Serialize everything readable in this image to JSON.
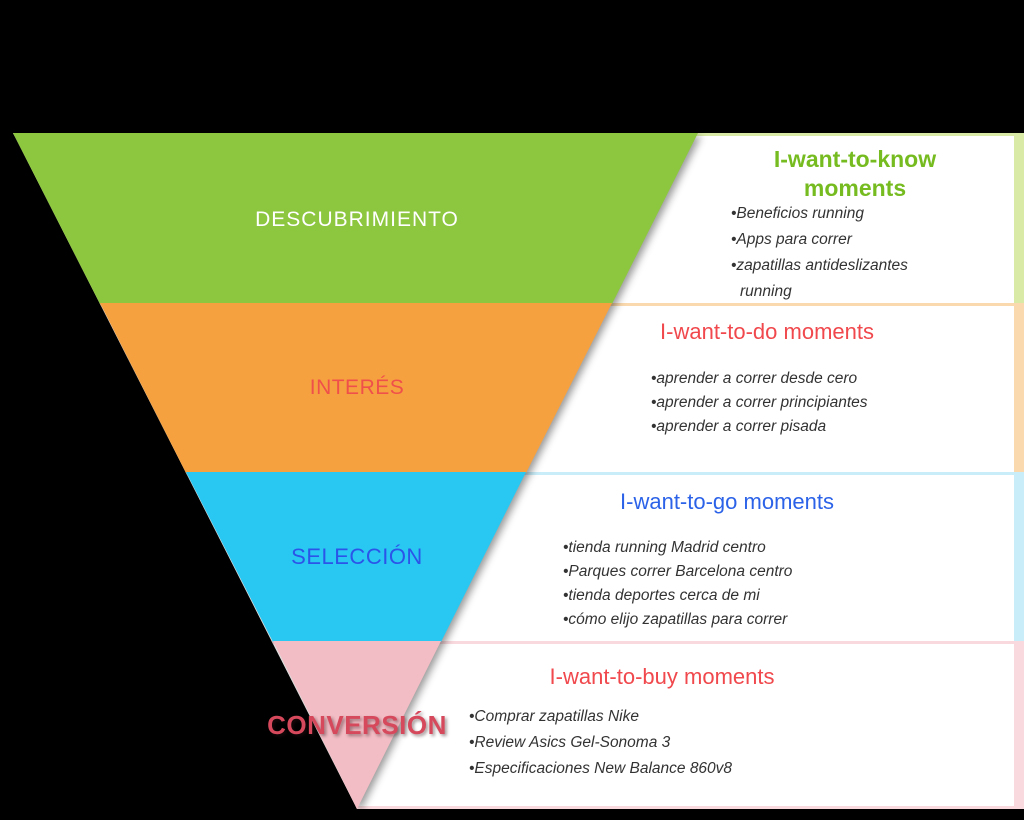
{
  "background_color": "#000000",
  "funnel": {
    "stages": [
      {
        "label": "DESCUBRIMIENTO",
        "label_color": "#FFFFFF",
        "band_color": "#8DC63F",
        "panel": {
          "title": "I-want-to-know moments",
          "title_color": "#76BC21",
          "border_color": "#D9EAA6",
          "bullets": [
            "Beneficios running",
            "Apps para correr",
            "zapatillas antideslizantes running"
          ]
        }
      },
      {
        "label": "INTERÉS",
        "label_color": "#F0504A",
        "band_color": "#F6A140",
        "panel": {
          "title": "I-want-to-do moments",
          "title_color": "#F0484C",
          "border_color": "#FAD9AE",
          "bullets": [
            "aprender a correr desde cero",
            "aprender a correr principiantes",
            "aprender a correr pisada"
          ]
        }
      },
      {
        "label": "SELECCIÓN",
        "label_color": "#2B55E8",
        "band_color": "#29C8F3",
        "panel": {
          "title": "I-want-to-go moments",
          "title_color": "#2B62E8",
          "border_color": "#C9EDF9",
          "bullets": [
            "tienda running Madrid centro",
            "Parques correr Barcelona centro",
            "tienda deportes cerca de mi",
            "cómo elijo zapatillas para correr"
          ]
        }
      },
      {
        "label": "CONVERSIÓN",
        "label_color": "#D6495C",
        "band_color": "#F2BDC5",
        "panel": {
          "title": "I-want-to-buy moments",
          "title_color": "#F0484C",
          "border_color": "#F9D9DE",
          "bullets": [
            "Comprar zapatillas Nike",
            "Review Asics Gel-Sonoma 3",
            "Especificaciones New Balance 860v8"
          ]
        }
      }
    ]
  }
}
